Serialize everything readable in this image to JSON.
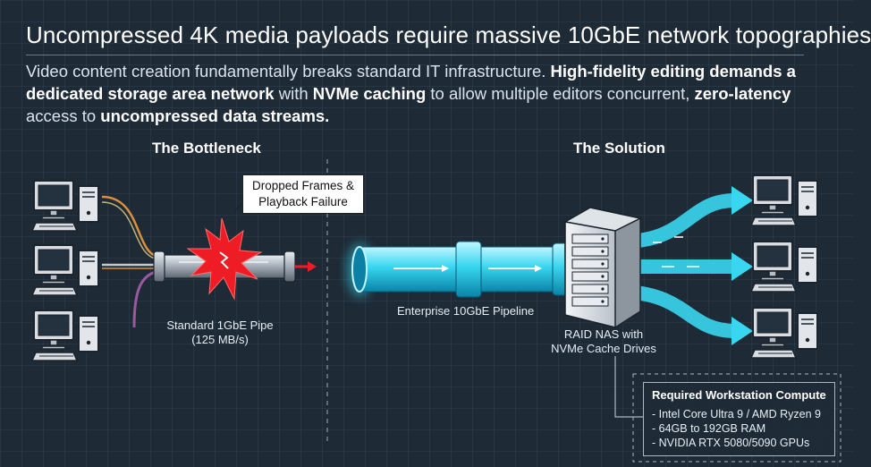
{
  "title": "Uncompressed 4K media payloads require massive 10GbE network topographies",
  "subtitle": {
    "p1": "Video content creation fundamentally breaks standard IT infrastructure. ",
    "b1": "High-fidelity editing demands a dedicated storage area network",
    "p2": " with ",
    "b2": "NVMe caching",
    "p3": " to allow multiple editors concurrent, ",
    "b3": "zero-latency",
    "p4": " access to ",
    "b4": "uncompressed data streams."
  },
  "bottleneck": {
    "heading": "The Bottleneck",
    "callout_line1": "Dropped Frames &",
    "callout_line2": "Playback Failure",
    "pipe_label_line1": "Standard 1GbE Pipe",
    "pipe_label_line2": "(125 MB/s)"
  },
  "solution": {
    "heading": "The Solution",
    "pipeline_label": "Enterprise 10GbE Pipeline",
    "nas_label_line1": "RAID NAS with",
    "nas_label_line2": "NVMe Cache Drives"
  },
  "specs": {
    "title": "Required Workstation Compute",
    "items": [
      "- Intel Core Ultra 9 / AMD Ryzen 9",
      "- 64GB to 192GB RAM",
      "- NVIDIA RTX 5080/5090 GPUs"
    ]
  },
  "colors": {
    "background": "#1e2a36",
    "cyan_pipe": "#38d6f0",
    "burst": "#ee1c25",
    "cable_orange": "#d9903c",
    "cable_purple": "#9a5aa0"
  },
  "icons": [
    "desktop-computer-icon",
    "server-rack-icon",
    "explosion-burst-icon",
    "arrow-right-icon"
  ]
}
